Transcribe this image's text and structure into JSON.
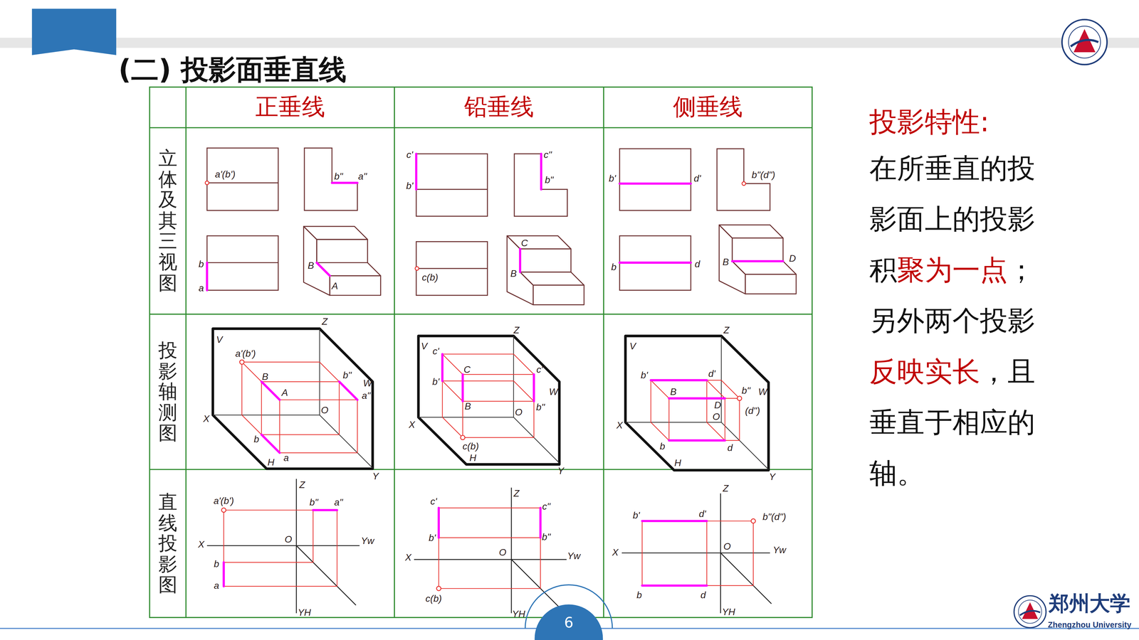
{
  "diagram": {
    "title": "(二) 投影面垂直线",
    "labels": [
      "正垂线",
      "铅垂线",
      "侧垂线",
      "立体及其三视图",
      "投影轴测图",
      "直线投影图",
      "a'(b')",
      "b\"",
      "a\"",
      "b",
      "a",
      "B",
      "A",
      "c'",
      "b'",
      "c\"",
      "b\"",
      "c(b)",
      "C",
      "B",
      "b'",
      "d'",
      "b\"(d\")",
      "b",
      "d",
      "B",
      "D",
      "Z",
      "V",
      "a'(b')",
      "B",
      "A",
      "b\"",
      "W",
      "a\"",
      "O",
      "X",
      "b",
      "a",
      "H",
      "Y",
      "Z",
      "V",
      "c'",
      "C",
      "c\"",
      "b'",
      "B",
      "b\"",
      "W",
      "O",
      "X",
      "c(b)",
      "H",
      "Y",
      "Z",
      "V",
      "b'",
      "d'",
      "B",
      "D",
      "b\"",
      "W",
      "(d\")",
      "O",
      "X",
      "b",
      "d",
      "H",
      "Y",
      "a'(b')",
      "Z",
      "b\"",
      "a\"",
      "X",
      "O",
      "Yw",
      "b",
      "a",
      "YH",
      "c'",
      "c\"",
      "Z",
      "b'",
      "b\"",
      "X",
      "O",
      "Yw",
      "c(b)",
      "YH",
      "b'",
      "d'",
      "b\"(d\")",
      "Z",
      "X",
      "O",
      "Yw",
      "b",
      "d",
      "YH",
      "投影特性:",
      "在所垂直的投影面上的投影积",
      "聚为一点",
      "；另外两个投影",
      "反映实长",
      "，且垂直于相应的轴。",
      "6",
      "郑州大学",
      "Zhengzhou University"
    ]
  }
}
